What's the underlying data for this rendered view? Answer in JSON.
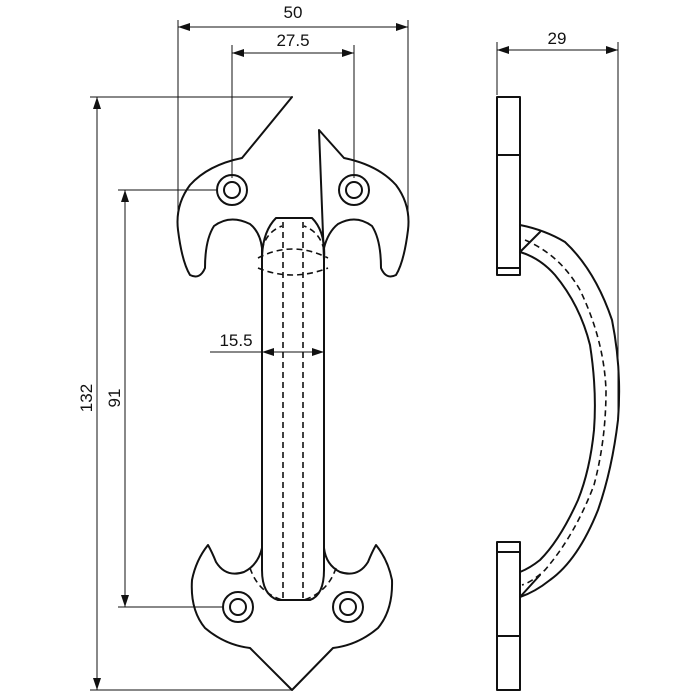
{
  "drawing": {
    "dimensions": {
      "overall_width": "50",
      "hole_spacing_horizontal": "27.5",
      "projection_depth": "29",
      "grip_width": "15.5",
      "overall_height": "132",
      "hole_spacing_vertical": "91"
    }
  }
}
